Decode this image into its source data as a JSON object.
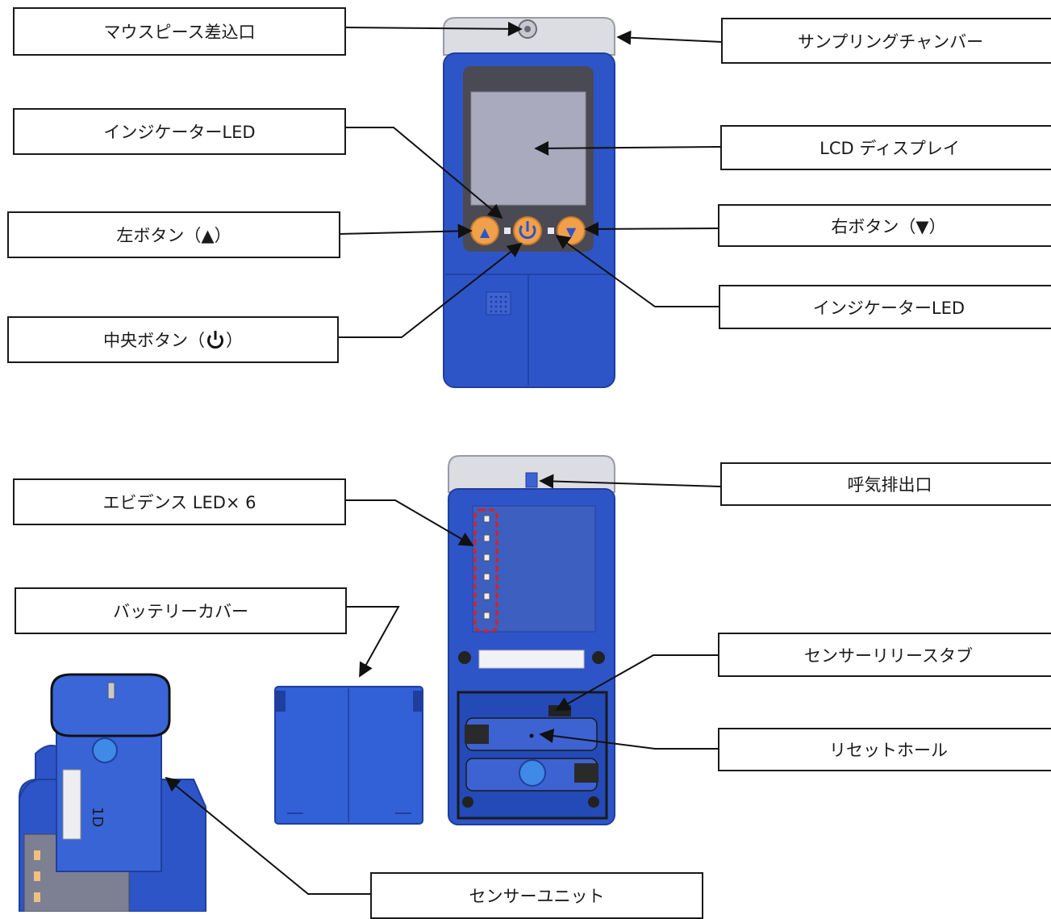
{
  "labels": {
    "mouthpiece_port": "マウスピース差込口",
    "sampling_chamber": "サンプリングチャンバー",
    "indicator_led_left": "インジケーターLED",
    "lcd_display": "LCD ディスプレイ",
    "left_button": "左ボタン（▲）",
    "right_button": "右ボタン（▼）",
    "indicator_led_right": "インジケーターLED",
    "center_button_prefix": "中央ボタン（",
    "center_button_suffix": "）",
    "exhaust_port": "呼気排出口",
    "evidence_led": "エビデンス LED× 6",
    "battery_cover": "バッテリーカバー",
    "sensor_release_tab": "センサーリリースタブ",
    "reset_hole": "リセットホール",
    "sensor_unit": "センサーユニット"
  },
  "icons": {
    "left_button_symbol": "▲",
    "right_button_symbol": "▼",
    "center_button_symbol": "power-icon",
    "sensor_unit_mark": "1D"
  },
  "colors": {
    "device_blue": "#2d55c7",
    "device_dark_blue": "#1f3f9e",
    "button_orange": "#f0a04a",
    "screen_gray": "#a9aabd",
    "bezel": "#4a4a55",
    "evidence_highlight": "#e01e1e"
  }
}
